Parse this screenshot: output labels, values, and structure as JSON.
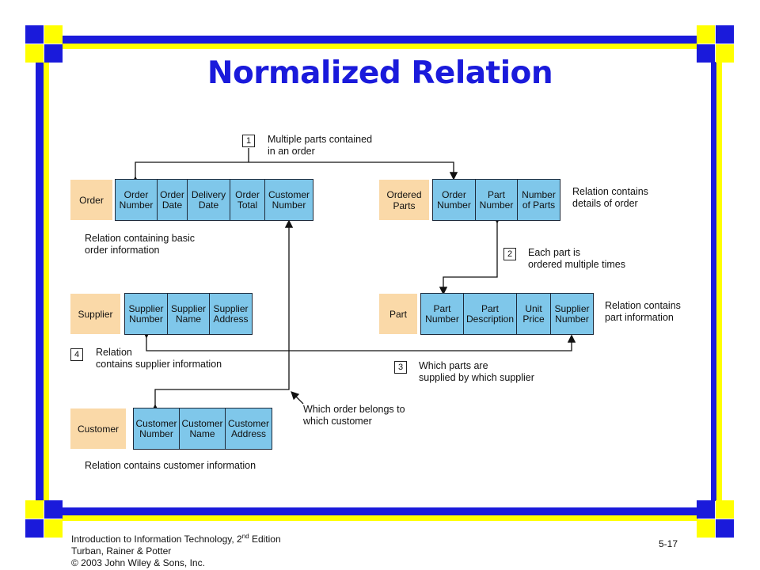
{
  "title": "Normalized Relation",
  "colors": {
    "frame_blue": "#1a1adb",
    "frame_yellow": "#ffff00",
    "entity_label": "#fad9a8",
    "attribute_cell": "#7fc7ea"
  },
  "relations": {
    "order": {
      "label": "Order",
      "attributes": [
        "Order Number",
        "Order Date",
        "Delivery Date",
        "Order Total",
        "Customer Number"
      ],
      "description": [
        "Relation containing basic",
        "order information"
      ]
    },
    "ordered_parts": {
      "label": "Ordered Parts",
      "attributes": [
        "Order Number",
        "Part Number",
        "Number of Parts"
      ],
      "description": [
        "Relation contains",
        "details of order"
      ]
    },
    "supplier": {
      "label": "Supplier",
      "attributes": [
        "Supplier Number",
        "Supplier Name",
        "Supplier Address"
      ]
    },
    "part": {
      "label": "Part",
      "attributes": [
        "Part Number",
        "Part Description",
        "Unit Price",
        "Supplier Number"
      ],
      "description": [
        "Relation contains",
        "part information"
      ]
    },
    "customer": {
      "label": "Customer",
      "attributes": [
        "Customer Number",
        "Customer Name",
        "Customer Address"
      ],
      "description": [
        "Relation contains customer information"
      ]
    }
  },
  "annotations": {
    "n1": {
      "num": "1",
      "text": [
        "Multiple parts contained",
        "in an order"
      ]
    },
    "n2": {
      "num": "2",
      "text": [
        "Each part is",
        "ordered multiple times"
      ]
    },
    "n3": {
      "num": "3",
      "text": [
        "Which parts are",
        "supplied by which supplier"
      ]
    },
    "n4": {
      "num": "4",
      "text": [
        "Relation",
        "contains supplier information"
      ]
    },
    "which_order": [
      "Which order belongs to",
      "which customer"
    ]
  },
  "footer": {
    "line1_pre": "Introduction to Information Technology, 2",
    "line1_sup": "nd",
    "line1_post": " Edition",
    "line2": "Turban, Rainer & Potter",
    "line3": "© 2003 John Wiley & Sons, Inc.",
    "page": "5-17"
  }
}
